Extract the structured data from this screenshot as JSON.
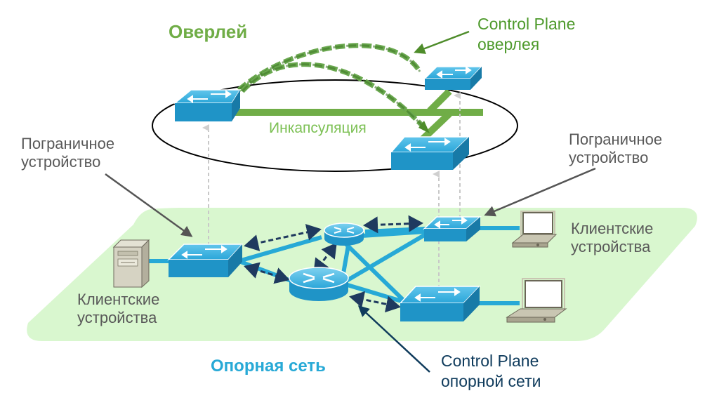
{
  "diagram": {
    "overlay_title": "Оверлей",
    "underlay_title": "Опорная сеть",
    "encapsulation_label": "Инкапсуляция",
    "overlay_control_plane": {
      "line1": "Control Plane",
      "line2": "оверлея"
    },
    "underlay_control_plane": {
      "line1": "Control Plane",
      "line2": "опорной сети"
    },
    "edge_device_left": {
      "line1": "Пограничное",
      "line2": "устройство"
    },
    "edge_device_right": {
      "line1": "Пограничное",
      "line2": "устройство"
    },
    "clients_left": {
      "line1": "Клиентские",
      "line2": "устройства"
    },
    "clients_right": {
      "line1": "Клиентские",
      "line2": "устройства"
    }
  },
  "colors": {
    "underlay_plane": "#d9f7cf",
    "link_blue": "#27a9d6",
    "overlay_green": "#70ad47",
    "control_dash_green": "#5b9a35",
    "control_dash_navy": "#1f3a5f",
    "device_blue": "#1fa4d8"
  }
}
